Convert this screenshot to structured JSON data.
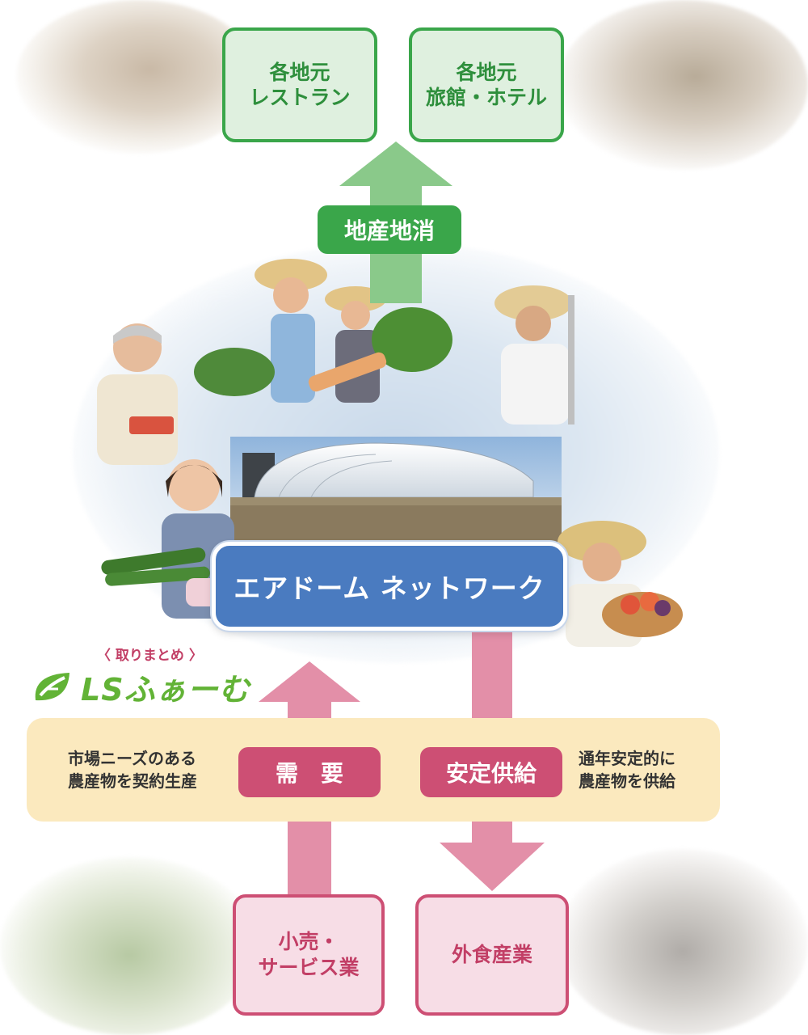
{
  "top": {
    "restaurant_label": "各地元\nレストラン",
    "hotel_label": "各地元\n旅館・ホテル",
    "local_label": "地産地消"
  },
  "center": {
    "network_label": "エアドーム ネットワーク"
  },
  "organizer": {
    "caption": "〈 取りまとめ 〉",
    "logo_text": "LSふぁーむ"
  },
  "band": {
    "left_text": "市場ニーズのある\n農産物を契約生産",
    "demand_label": "需　要",
    "supply_label": "安定供給",
    "right_text": "通年安定的に\n農産物を供給"
  },
  "bottom": {
    "retail_label": "小売・\nサービス業",
    "food_label": "外食産業"
  },
  "colors": {
    "green": "#3aa64a",
    "green_light": "#dff0df",
    "pink": "#cd4f74",
    "pink_light": "#f7dde6",
    "blue": "#4a7bc0",
    "band": "#fbe9be"
  }
}
